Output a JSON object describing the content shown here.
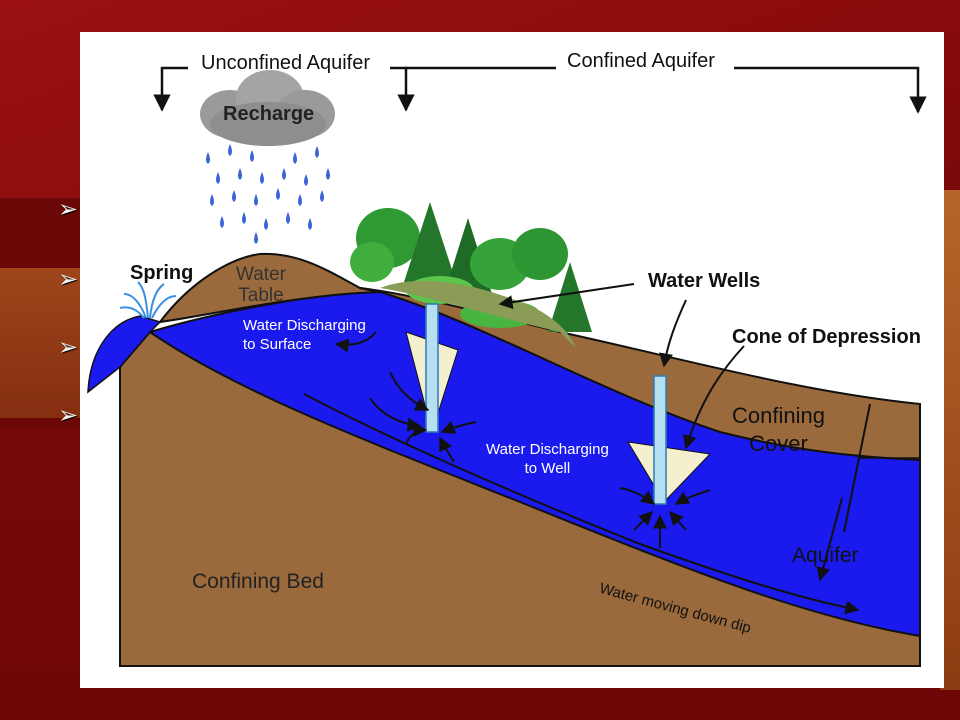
{
  "slide": {
    "bullet_glyph": "➢",
    "bullets": [
      "",
      "",
      "",
      ""
    ]
  },
  "diagram": {
    "top_labels": {
      "unconfined": "Unconfined Aquifer",
      "confined": "Confined Aquifer"
    },
    "recharge": "Recharge",
    "spring": "Spring",
    "water_table_line1": "Water",
    "water_table_line2": "Table",
    "discharge_surface_line1": "Water Discharging",
    "discharge_surface_line2": "to Surface",
    "water_wells": "Water Wells",
    "cone_of_depression": "Cone of Depression",
    "confining_cover_line1": "Confining",
    "confining_cover_line2": "Cover",
    "discharge_well_line1": "Water Discharging",
    "discharge_well_line2": "to Well",
    "aquifer": "Aquifer",
    "confining_bed": "Confining Bed",
    "water_moving": "Water moving down dip"
  },
  "colors": {
    "slide_red": "#7c0a0a",
    "soil_brown": "#9b6a3c",
    "aquifer_blue": "#1a1aee",
    "water_light": "#a9d7ee",
    "tree_green": "#39a339"
  }
}
